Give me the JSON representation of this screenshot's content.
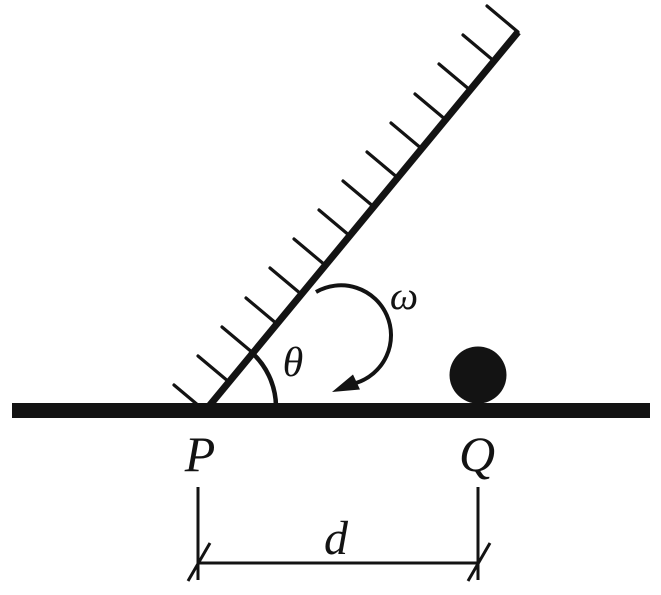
{
  "figure": {
    "background": "#ffffff",
    "ink": "#131313",
    "labels": {
      "pivot": "P",
      "ball_position": "Q",
      "distance": "d",
      "angle": "θ",
      "angular_velocity": "ω"
    }
  }
}
